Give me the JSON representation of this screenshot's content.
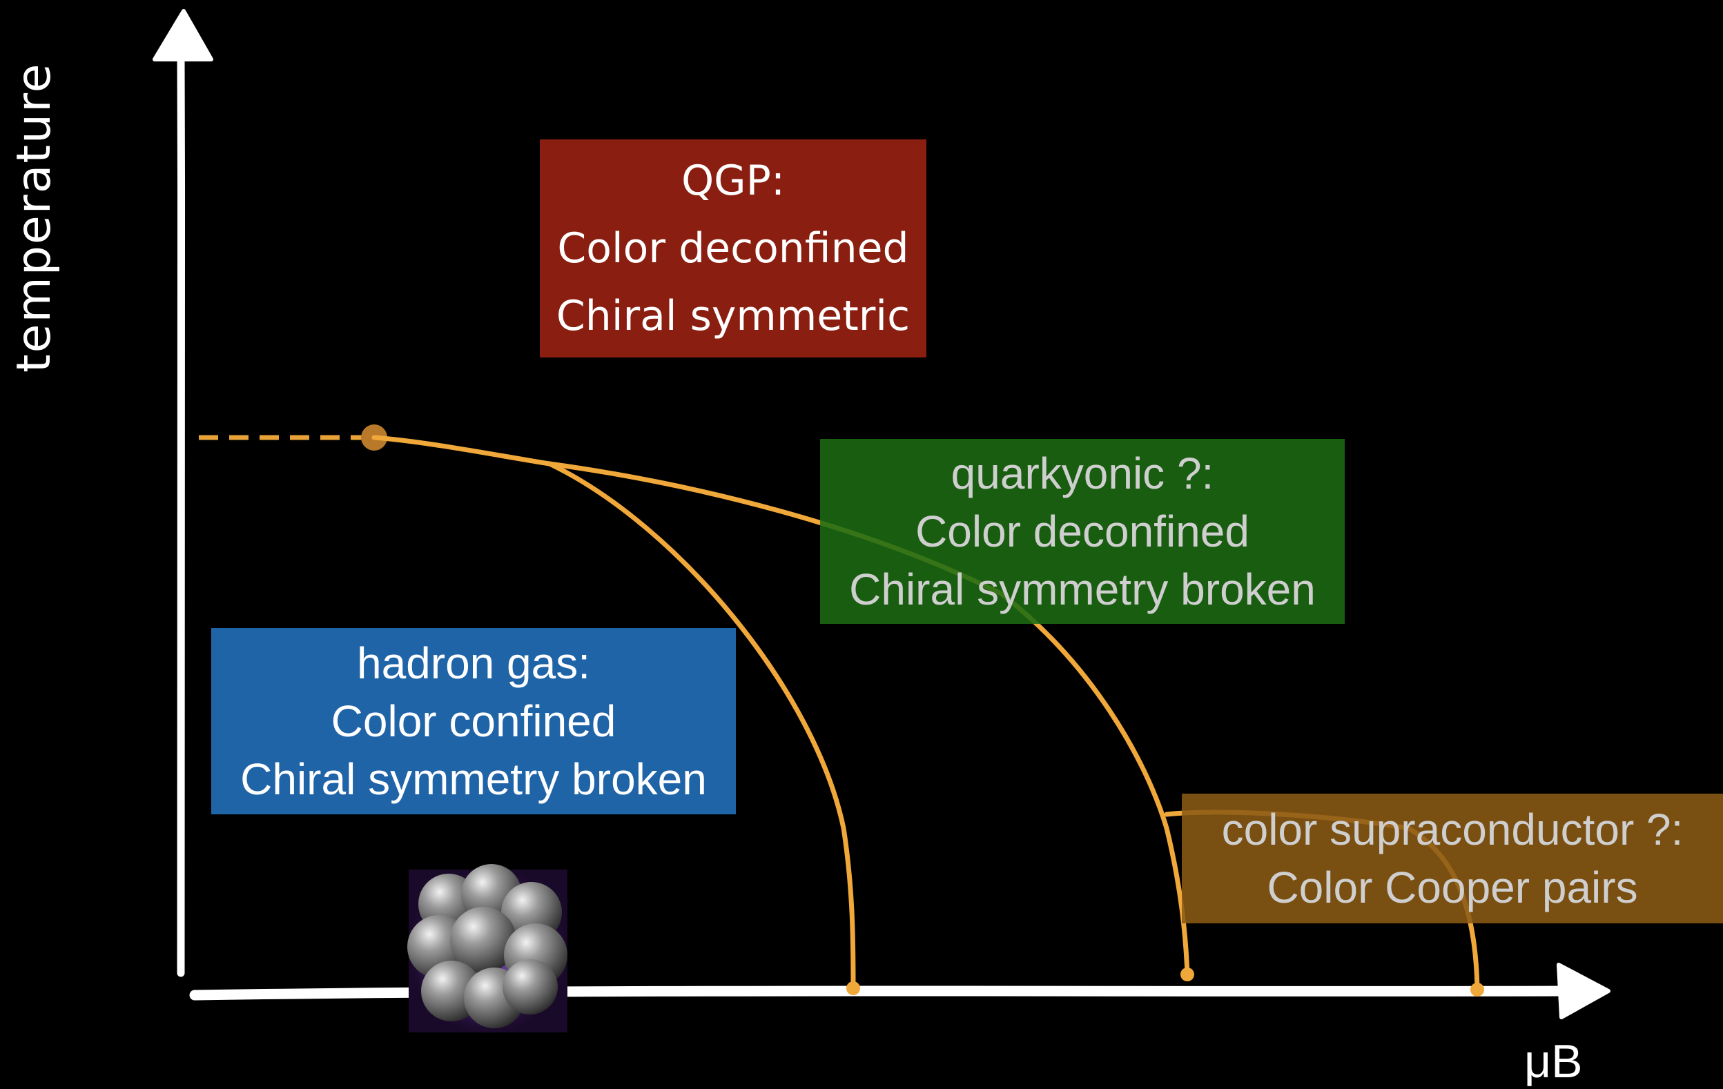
{
  "axes": {
    "y_label": "temperature",
    "x_label": "μB"
  },
  "regions": {
    "qgp": {
      "lines": [
        "QGP:",
        "Color deconfined",
        "Chiral symmetric"
      ],
      "color": "#8a1e10"
    },
    "quarkyonic": {
      "lines": [
        "quarkyonic ?:",
        "Color deconfined",
        "Chiral symmetry broken"
      ],
      "color": "#1c6b12"
    },
    "hadron_gas": {
      "lines": [
        "hadron gas:",
        "Color confined",
        "Chiral symmetry broken"
      ],
      "color": "#2064a8"
    },
    "color_superconductor": {
      "lines": [
        "color supraconductor ?:",
        "Color Cooper pairs"
      ],
      "color": "#8b5a14"
    }
  },
  "colors": {
    "background": "#000000",
    "axis": "#ffffff",
    "phase_line": "#f0a83a",
    "text_light": "#ffffff",
    "text_muted": "#cfcfcf"
  },
  "icons": {
    "nucleus": "nucleus-icon"
  }
}
